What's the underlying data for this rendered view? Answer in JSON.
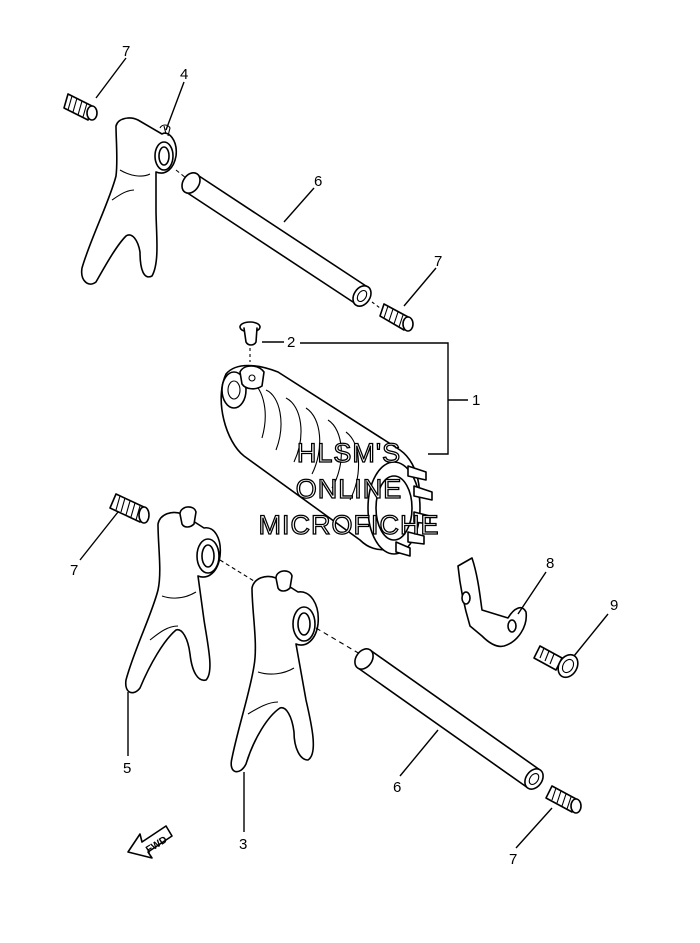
{
  "callouts": {
    "c1": "1",
    "c2": "2",
    "c3": "3",
    "c4": "4",
    "c5": "5",
    "c6a": "6",
    "c6b": "6",
    "c7a": "7",
    "c7b": "7",
    "c7c": "7",
    "c7d": "7",
    "c8": "8",
    "c9": "9"
  },
  "watermark": {
    "line1": "HLSM'S",
    "line2": "ONLINE",
    "line3": "MICROFICHE"
  },
  "fwd_arrow": {
    "label": "FWD"
  }
}
